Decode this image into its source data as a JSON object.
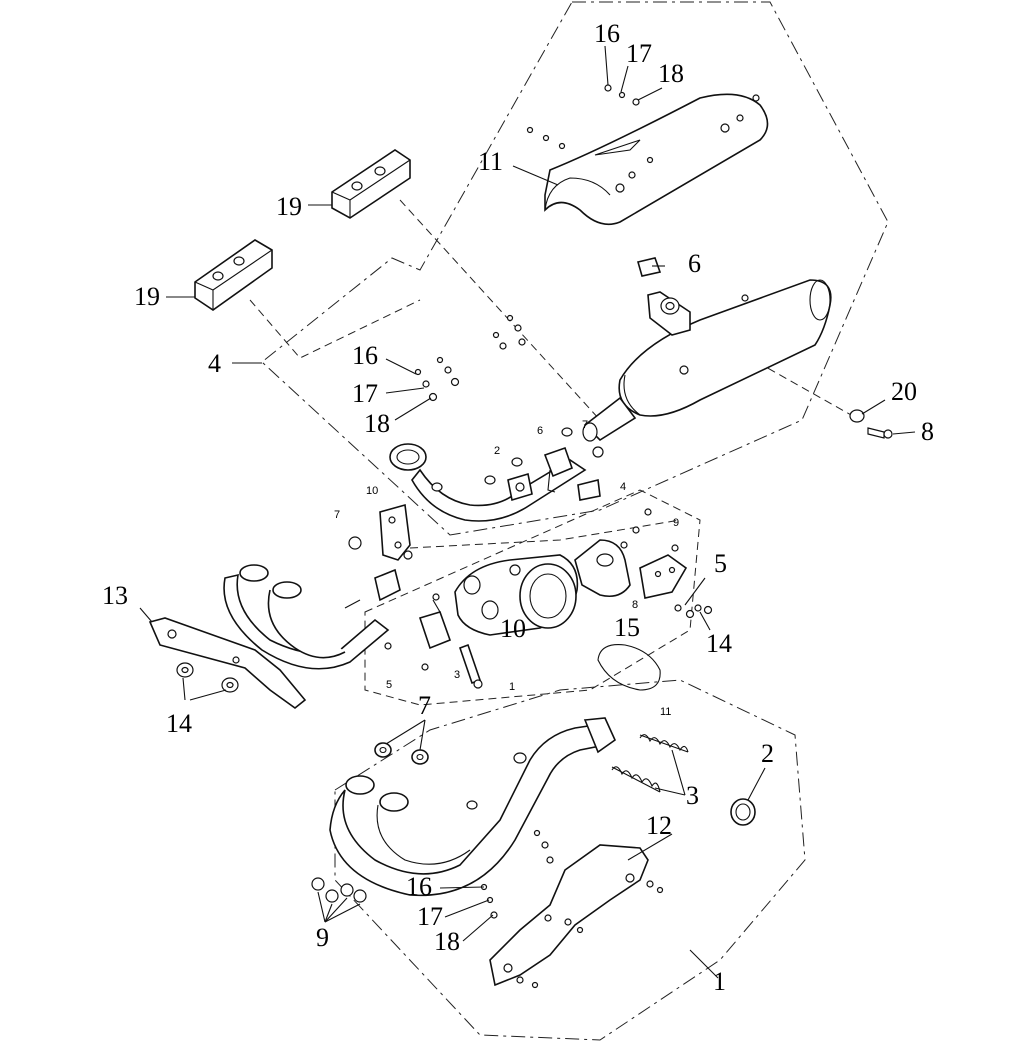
{
  "callouts": {
    "c16a": "16",
    "c17a": "17",
    "c18a": "18",
    "c11a": "11",
    "c19a": "19",
    "c19b": "19",
    "c6a": "6",
    "c4a": "4",
    "c16b": "16",
    "c17b": "17",
    "c18b": "18",
    "c20": "20",
    "c8a": "8",
    "s2": "2",
    "s6": "6",
    "s7a": "7",
    "s4": "4",
    "s10": "10",
    "s7b": "7",
    "s9": "9",
    "s8": "8",
    "s5": "5",
    "s3": "3",
    "s1": "1",
    "s11": "11",
    "c5": "5",
    "c15": "15",
    "c10": "10",
    "c14a": "14",
    "c13": "13",
    "c14b": "14",
    "c7": "7",
    "c2": "2",
    "c3": "3",
    "c12": "12",
    "c16c": "16",
    "c17c": "17",
    "c18c": "18",
    "c9": "9",
    "c1": "1"
  }
}
